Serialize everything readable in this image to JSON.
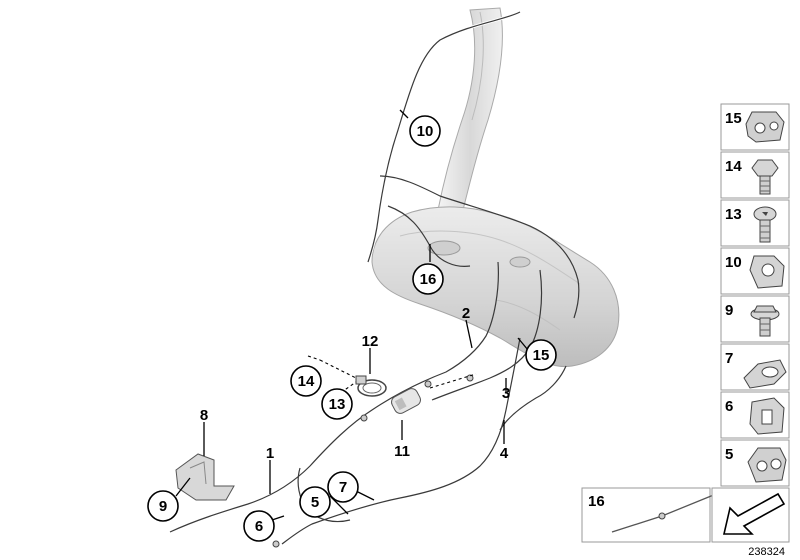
{
  "diagram": {
    "id_label": "238324",
    "callouts": {
      "c10": "10",
      "c16": "16",
      "c15": "15",
      "c14": "14",
      "c13": "13",
      "c9": "9",
      "c5": "5",
      "c6": "6",
      "c7": "7"
    },
    "plain_labels": {
      "l2": "2",
      "l3": "3",
      "l4": "4",
      "l12": "12",
      "l11": "11",
      "l8": "8",
      "l1": "1"
    }
  },
  "side_parts": [
    {
      "number": "15",
      "icon": "clip-multi-icon"
    },
    {
      "number": "14",
      "icon": "hex-bolt-icon"
    },
    {
      "number": "13",
      "icon": "torx-bolt-icon"
    },
    {
      "number": "10",
      "icon": "pipe-clip-icon"
    },
    {
      "number": "9",
      "icon": "flange-bolt-icon"
    },
    {
      "number": "7",
      "icon": "hose-clip-icon"
    },
    {
      "number": "6",
      "icon": "holder-clip-icon"
    },
    {
      "number": "5",
      "icon": "double-clip-icon"
    }
  ],
  "bottom_box": {
    "number": "16",
    "icon": "vent-line-icon"
  },
  "colors": {
    "line": "#3a3a3a",
    "tank": "#d9d9d9",
    "panel_border": "#999999"
  }
}
